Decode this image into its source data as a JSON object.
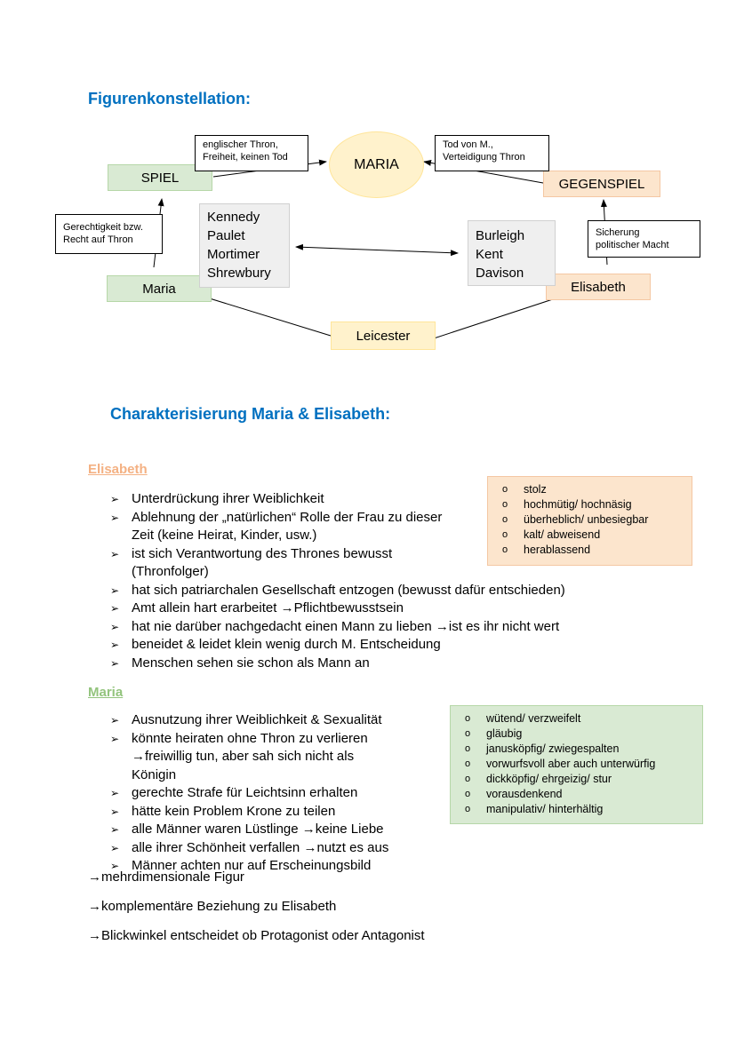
{
  "diagram": {
    "title": "Figurenkonstellation:",
    "maria_center": "MARIA",
    "spiel": "SPIEL",
    "gegenspiel": "GEGENSPIEL",
    "maria": "Maria",
    "elisabeth": "Elisabeth",
    "leicester": "Leicester",
    "maria_allies": [
      "Kennedy",
      "Paulet",
      "Mortimer",
      "Shrewbury"
    ],
    "elisabeth_allies": [
      "Burleigh",
      "Kent",
      "Davison"
    ],
    "note_spiel": [
      "englischer Thron,",
      "Freiheit, keinen Tod"
    ],
    "note_gegenspiel": [
      "Tod von M.,",
      "Verteidigung Thron"
    ],
    "note_maria": [
      "Gerechtigkeit bzw.",
      "Recht auf Thron"
    ],
    "note_elisabeth": [
      "Sicherung",
      "politischer Macht"
    ]
  },
  "characterization": {
    "title": "Charakterisierung Maria & Elisabeth:",
    "elisabeth": {
      "heading": "Elisabeth",
      "points": [
        "Unterdrückung ihrer Weiblichkeit",
        "Ablehnung der „natürlichen“ Rolle der Frau zu dieser Zeit (keine Heirat, Kinder, usw.)",
        "ist sich Verantwortung des Thrones bewusst (Thronfolger)",
        "hat sich patriarchalen Gesellschaft entzogen (bewusst dafür entschieden)",
        "Amt allein hart erarbeitet →Pflichtbewusstsein",
        "hat nie darüber nachgedacht einen Mann zu lieben →ist es ihr nicht wert",
        "beneidet & leidet klein wenig durch M. Entscheidung",
        "Menschen sehen sie schon als Mann an"
      ],
      "traits": [
        "stolz",
        "hochmütig/ hochnäsig",
        "überheblich/ unbesiegbar",
        "kalt/ abweisend",
        "herablassend"
      ]
    },
    "maria": {
      "heading": "Maria",
      "points": [
        "Ausnutzung ihrer Weiblichkeit & Sexualität",
        "könnte heiraten ohne Thron zu verlieren →freiwillig tun, aber sah sich nicht als Königin",
        "gerechte Strafe für Leichtsinn erhalten",
        "hätte kein Problem Krone zu teilen",
        "alle Männer waren Lüstlinge →keine Liebe",
        "alle ihrer Schönheit verfallen →nutzt es aus",
        "Männer achten nur auf Erscheinungsbild"
      ],
      "traits": [
        "wütend/ verzweifelt",
        "gläubig",
        "janusköpfig/ zwiegespalten",
        "vorwurfsvoll aber auch unterwürfig",
        "dickköpfig/ ehrgeizig/ stur",
        "vorausdenkend",
        "manipulativ/ hinterhältig"
      ]
    },
    "conclusions": [
      "→mehrdimensionale Figur",
      "→komplementäre Beziehung zu Elisabeth",
      "→Blickwinkel entscheidet ob Protagonist oder Antagonist"
    ]
  },
  "colors": {
    "heading": "#0070c0",
    "elisabeth": "#f4b183",
    "maria": "#93c47d"
  }
}
